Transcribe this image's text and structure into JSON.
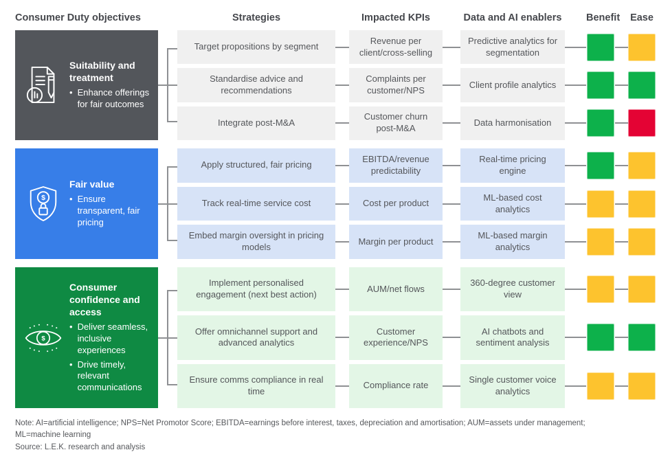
{
  "header": {
    "objectives": "Consumer Duty objectives",
    "strategies": "Strategies",
    "kpis": "Impacted KPIs",
    "enablers": "Data and AI enablers",
    "benefit": "Benefit",
    "ease": "Ease"
  },
  "legend_colors": {
    "green": "#0DB14B",
    "yellow": "#FDC32E",
    "red": "#E40334"
  },
  "bullet_char": "•",
  "sections": [
    {
      "title": "Suitability and treatment",
      "bullets": [
        "Enhance offerings for fair outcomes"
      ],
      "icon": "document-analytics-pencil-icon",
      "colors": {
        "box": "#53565B",
        "row": "#F0F0F0"
      },
      "rows": [
        {
          "strategy": "Target propositions by segment",
          "kpi": "Revenue per client/cross-selling",
          "enabler": "Predictive analytics for segmentation",
          "benefit": "green",
          "ease": "yellow"
        },
        {
          "strategy": "Standardise advice and recommendations",
          "kpi": "Complaints per customer/NPS",
          "enabler": "Client profile analytics",
          "benefit": "green",
          "ease": "green"
        },
        {
          "strategy": "Integrate post-M&A",
          "kpi": "Customer churn post-M&A",
          "enabler": "Data harmonisation",
          "benefit": "green",
          "ease": "red"
        }
      ]
    },
    {
      "title": "Fair value",
      "bullets": [
        "Ensure transparent, fair pricing"
      ],
      "icon": "shield-coin-lock-icon",
      "colors": {
        "box": "#377EE8",
        "row": "#D7E3F7"
      },
      "rows": [
        {
          "strategy": "Apply structured, fair pricing",
          "kpi": "EBITDA/revenue predictability",
          "enabler": "Real-time pricing engine",
          "benefit": "green",
          "ease": "yellow"
        },
        {
          "strategy": "Track real-time service cost",
          "kpi": "Cost per product",
          "enabler": "ML-based cost analytics",
          "benefit": "yellow",
          "ease": "yellow"
        },
        {
          "strategy": "Embed margin oversight in pricing models",
          "kpi": "Margin per product",
          "enabler": "ML-based margin analytics",
          "benefit": "yellow",
          "ease": "yellow"
        }
      ]
    },
    {
      "title": "Consumer confidence and access",
      "bullets": [
        "Deliver seamless, inclusive experiences",
        "Drive timely, relevant communications"
      ],
      "icon": "eye-coin-icon",
      "colors": {
        "box": "#0F8A43",
        "row": "#E3F6E6"
      },
      "rows": [
        {
          "strategy": "Implement personalised engagement (next best action)",
          "kpi": "AUM/net flows",
          "enabler": "360-degree customer view",
          "benefit": "yellow",
          "ease": "yellow"
        },
        {
          "strategy": "Offer omnichannel support and advanced analytics",
          "kpi": "Customer experience/NPS",
          "enabler": "AI chatbots and sentiment analysis",
          "benefit": "green",
          "ease": "green"
        },
        {
          "strategy": "Ensure comms compliance in real time",
          "kpi": "Compliance rate",
          "enabler": "Single customer voice analytics",
          "benefit": "yellow",
          "ease": "yellow"
        }
      ]
    }
  ],
  "footer": {
    "note": "Note: AI=artificial intelligence; NPS=Net Promotor Score; EBITDA=earnings before interest, taxes, depreciation and amortisation; AUM=assets under management; ML=machine learning",
    "source": "Source: L.E.K. research and analysis"
  }
}
